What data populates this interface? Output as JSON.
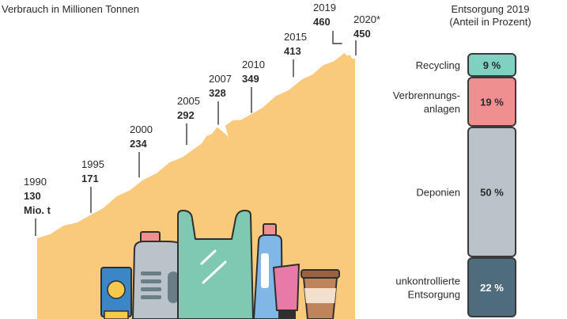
{
  "colors": {
    "area": "#f9c97c",
    "leader": "#3a3a3a",
    "recycling": "#7fd1c2",
    "incineration": "#f08f8f",
    "landfill": "#b9c3c9",
    "uncontrolled": "#4f6c7c",
    "outline": "#3a3a3a"
  },
  "chart_data": [
    {
      "type": "area",
      "title": "Verbrauch in Millionen Tonnen",
      "unit_note": "Mio. t",
      "x": [
        1990,
        1995,
        2000,
        2005,
        2007,
        2010,
        2015,
        2019,
        2020
      ],
      "values": [
        130,
        171,
        234,
        292,
        328,
        349,
        413,
        460,
        450
      ],
      "labels": [
        {
          "year": "1990",
          "value": "130"
        },
        {
          "year": "1995",
          "value": "171"
        },
        {
          "year": "2000",
          "value": "234"
        },
        {
          "year": "2005",
          "value": "292"
        },
        {
          "year": "2007",
          "value": "328"
        },
        {
          "year": "2010",
          "value": "349"
        },
        {
          "year": "2015",
          "value": "413"
        },
        {
          "year": "2019",
          "value": "460"
        },
        {
          "year": "2020*",
          "value": "450"
        }
      ]
    },
    {
      "type": "bar",
      "title": "Entsorgung 2019",
      "subtitle": "(Anteil in Prozent)",
      "stacked": true,
      "categories": [
        "Recycling",
        "Verbrennungs-\nanlagen",
        "Deponien",
        "unkontrollierte\nEntsorgung"
      ],
      "values": [
        9,
        19,
        50,
        22
      ],
      "value_labels": [
        "9 %",
        "19 %",
        "50 %",
        "22 %"
      ]
    }
  ]
}
